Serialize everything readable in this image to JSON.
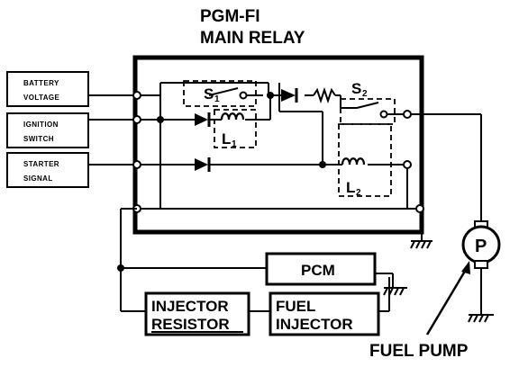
{
  "title": {
    "line1": "PGM-FI",
    "line2": "MAIN RELAY"
  },
  "inputs": {
    "battery": {
      "line1": "BATTERY",
      "line2": "VOLTAGE"
    },
    "ignition": {
      "line1": "IGNITION",
      "line2": "SWITCH"
    },
    "starter": {
      "line1": "STARTER",
      "line2": "SIGNAL"
    }
  },
  "components": {
    "s1": "S",
    "s1_sub": "1",
    "s2": "S",
    "s2_sub": "2",
    "l1": "L",
    "l1_sub": "1",
    "l2": "L",
    "l2_sub": "2",
    "pcm": "PCM",
    "injector_resistor": {
      "line1": "INJECTOR",
      "line2": "RESISTOR"
    },
    "fuel_injector": {
      "line1": "FUEL",
      "line2": "INJECTOR"
    },
    "pump_symbol": "P",
    "fuel_pump_label": "FUEL PUMP"
  },
  "colors": {
    "ink": "#000000",
    "background": "#ffffff"
  }
}
